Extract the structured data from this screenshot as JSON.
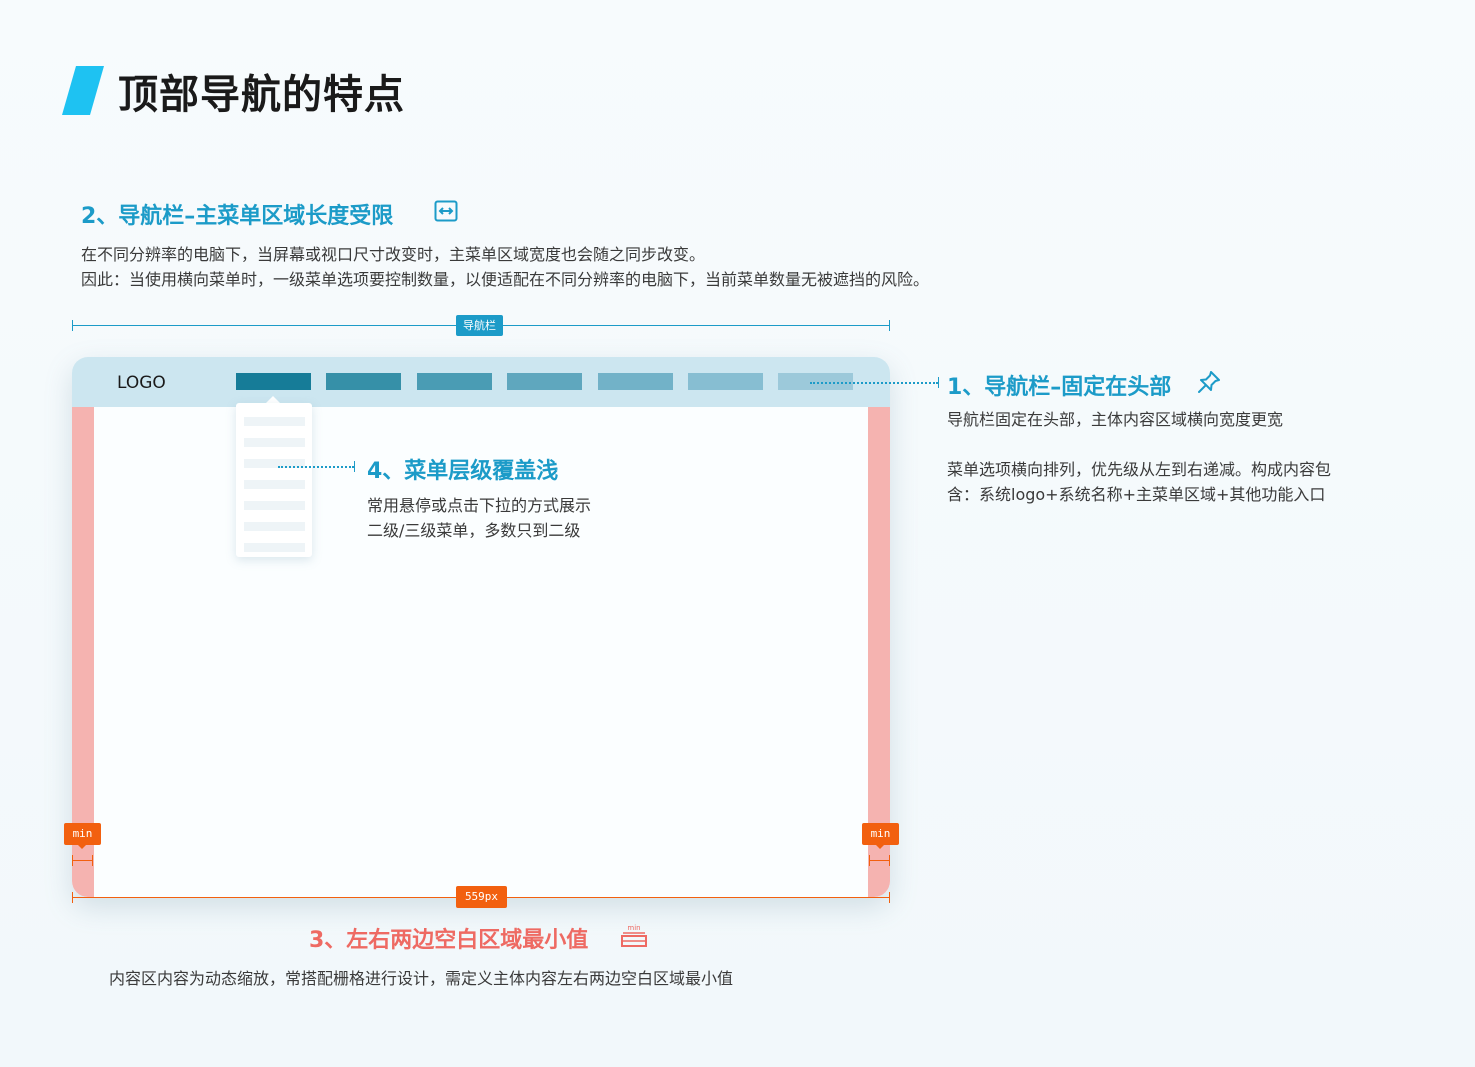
{
  "page": {
    "title": "顶部导航的特点",
    "accent_color": "#1ec2f2"
  },
  "section2": {
    "title": "2、导航栏–主菜单区域长度受限",
    "icon": "resize-width-icon",
    "desc_line1": "在不同分辨率的电脑下，当屏幕或视口尺寸改变时，主菜单区域宽度也会随之同步改变。",
    "desc_line2": "因此：当使用横向菜单时，一级菜单选项要控制数量，以便适配在不同分辨率的电脑下，当前菜单数量无被遮挡的风险。"
  },
  "dimension_top": {
    "label": "导航栏",
    "color": "#1c9bc8"
  },
  "mockup": {
    "logo": "LOGO",
    "nav_items": [
      "#167c98",
      "#3690a8",
      "#4a9cb4",
      "#5fa7be",
      "#72b2c8",
      "#87bed2",
      "#9cc9da"
    ],
    "side_margin_color": "#f5b3b0",
    "dropdown_rows": 7
  },
  "section1": {
    "title": "1、导航栏–固定在头部",
    "icon": "pin-icon",
    "desc_line1": "导航栏固定在头部，主体内容区域横向宽度更宽",
    "desc_line2": "菜单选项横向排列，优先级从左到右递减。构成内容包",
    "desc_line3": "含：系统logo+系统名称+主菜单区域+其他功能入口"
  },
  "section4": {
    "title": "4、菜单层级覆盖浅",
    "desc_line1": "常用悬停或点击下拉的方式展示",
    "desc_line2": "二级/三级菜单，多数只到二级"
  },
  "margin_tags": {
    "left": "min",
    "right": "min"
  },
  "dimension_bottom": {
    "label": "559px",
    "color": "#f2600f"
  },
  "section3": {
    "title": "3、左右两边空白区域最小值",
    "icon": "min-width-icon",
    "icon_label": "min",
    "desc": "内容区内容为动态缩放，常搭配栅格进行设计，需定义主体内容左右两边空白区域最小值"
  }
}
